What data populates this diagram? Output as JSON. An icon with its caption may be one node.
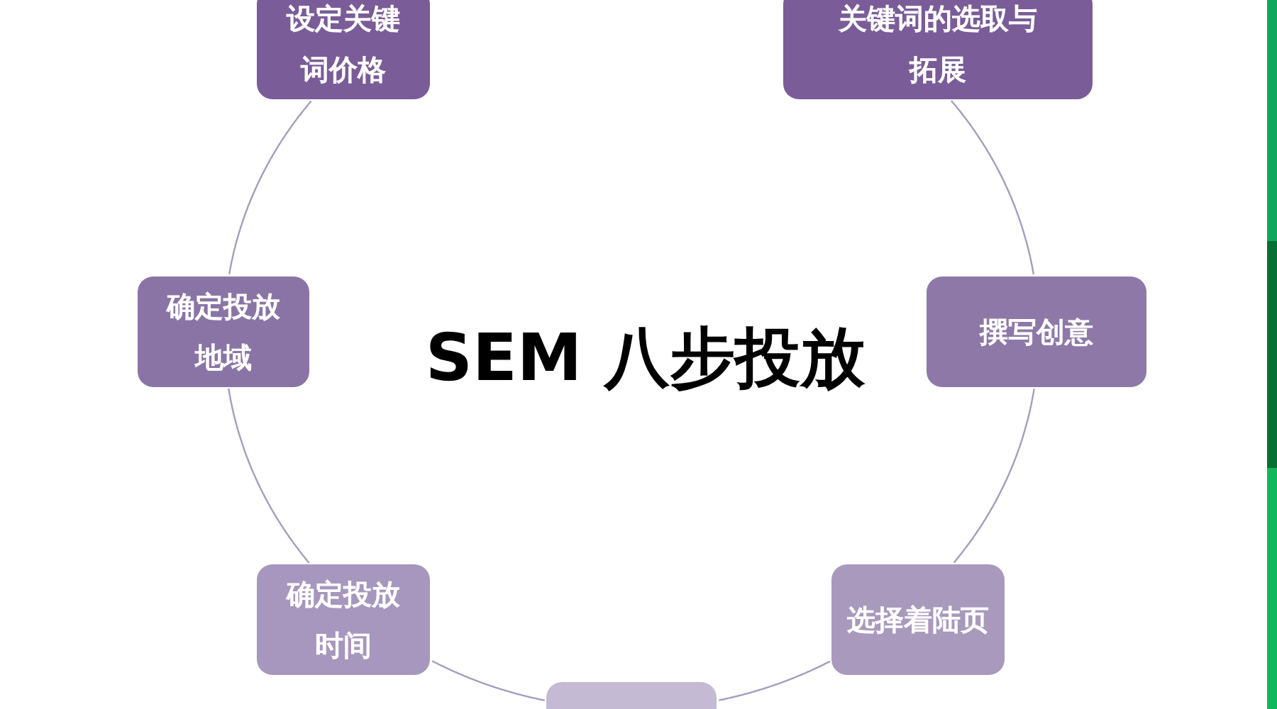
{
  "diagram": {
    "title": "SEM 八步投放",
    "nodes": [
      {
        "text": [
          "设定关键词价格"
        ]
      },
      {
        "text": [
          "关键词的选取与拓展"
        ]
      },
      {
        "text": [
          "确定投放地域"
        ]
      },
      {
        "text": [
          "撰写创意"
        ]
      },
      {
        "text": [
          "确定投放时间"
        ]
      },
      {
        "text": [
          "选择着陆页"
        ]
      },
      {
        "text": [],
        "shape": "box"
      }
    ],
    "edges": [
      {
        "from": 1,
        "to": 3,
        "arrow": "none"
      },
      {
        "from": 3,
        "to": 5,
        "arrow": "none"
      },
      {
        "from": 5,
        "to": 6,
        "arrow": "none"
      },
      {
        "from": 6,
        "to": 4,
        "arrow": "none"
      },
      {
        "from": 4,
        "to": 2,
        "arrow": "none"
      },
      {
        "from": 2,
        "to": 0,
        "arrow": "none"
      }
    ]
  }
}
